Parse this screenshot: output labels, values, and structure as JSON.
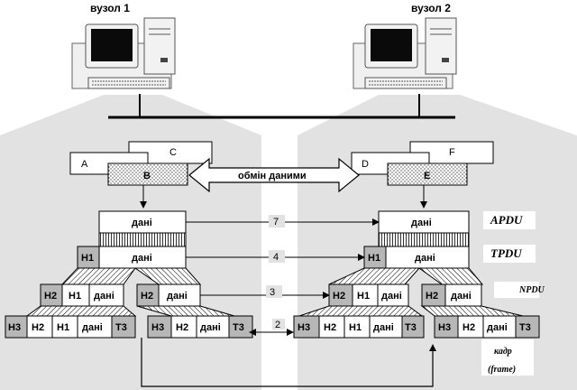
{
  "nodes": {
    "left": "вузол 1",
    "right": "вузол 2"
  },
  "apps": {
    "a": "A",
    "b": "B",
    "c": "C",
    "d": "D",
    "e": "E",
    "f": "F"
  },
  "exchange_label": "обмін даними",
  "data_label": "дані",
  "headers": {
    "h1": "H1",
    "h2": "H2",
    "h3": "H3",
    "t3": "T3"
  },
  "pdu": {
    "apdu": "APDU",
    "tpdu": "TPDU",
    "npdu": "NPDU",
    "frame1": "кадр",
    "frame2": "(frame)"
  },
  "layer_numbers": {
    "l7": "7",
    "l4": "4",
    "l3": "3",
    "l2": "2"
  },
  "colors": {
    "panel": "#e2e2e2",
    "header_fill": "#b7b7b7",
    "box_fill": "#ffffff"
  }
}
